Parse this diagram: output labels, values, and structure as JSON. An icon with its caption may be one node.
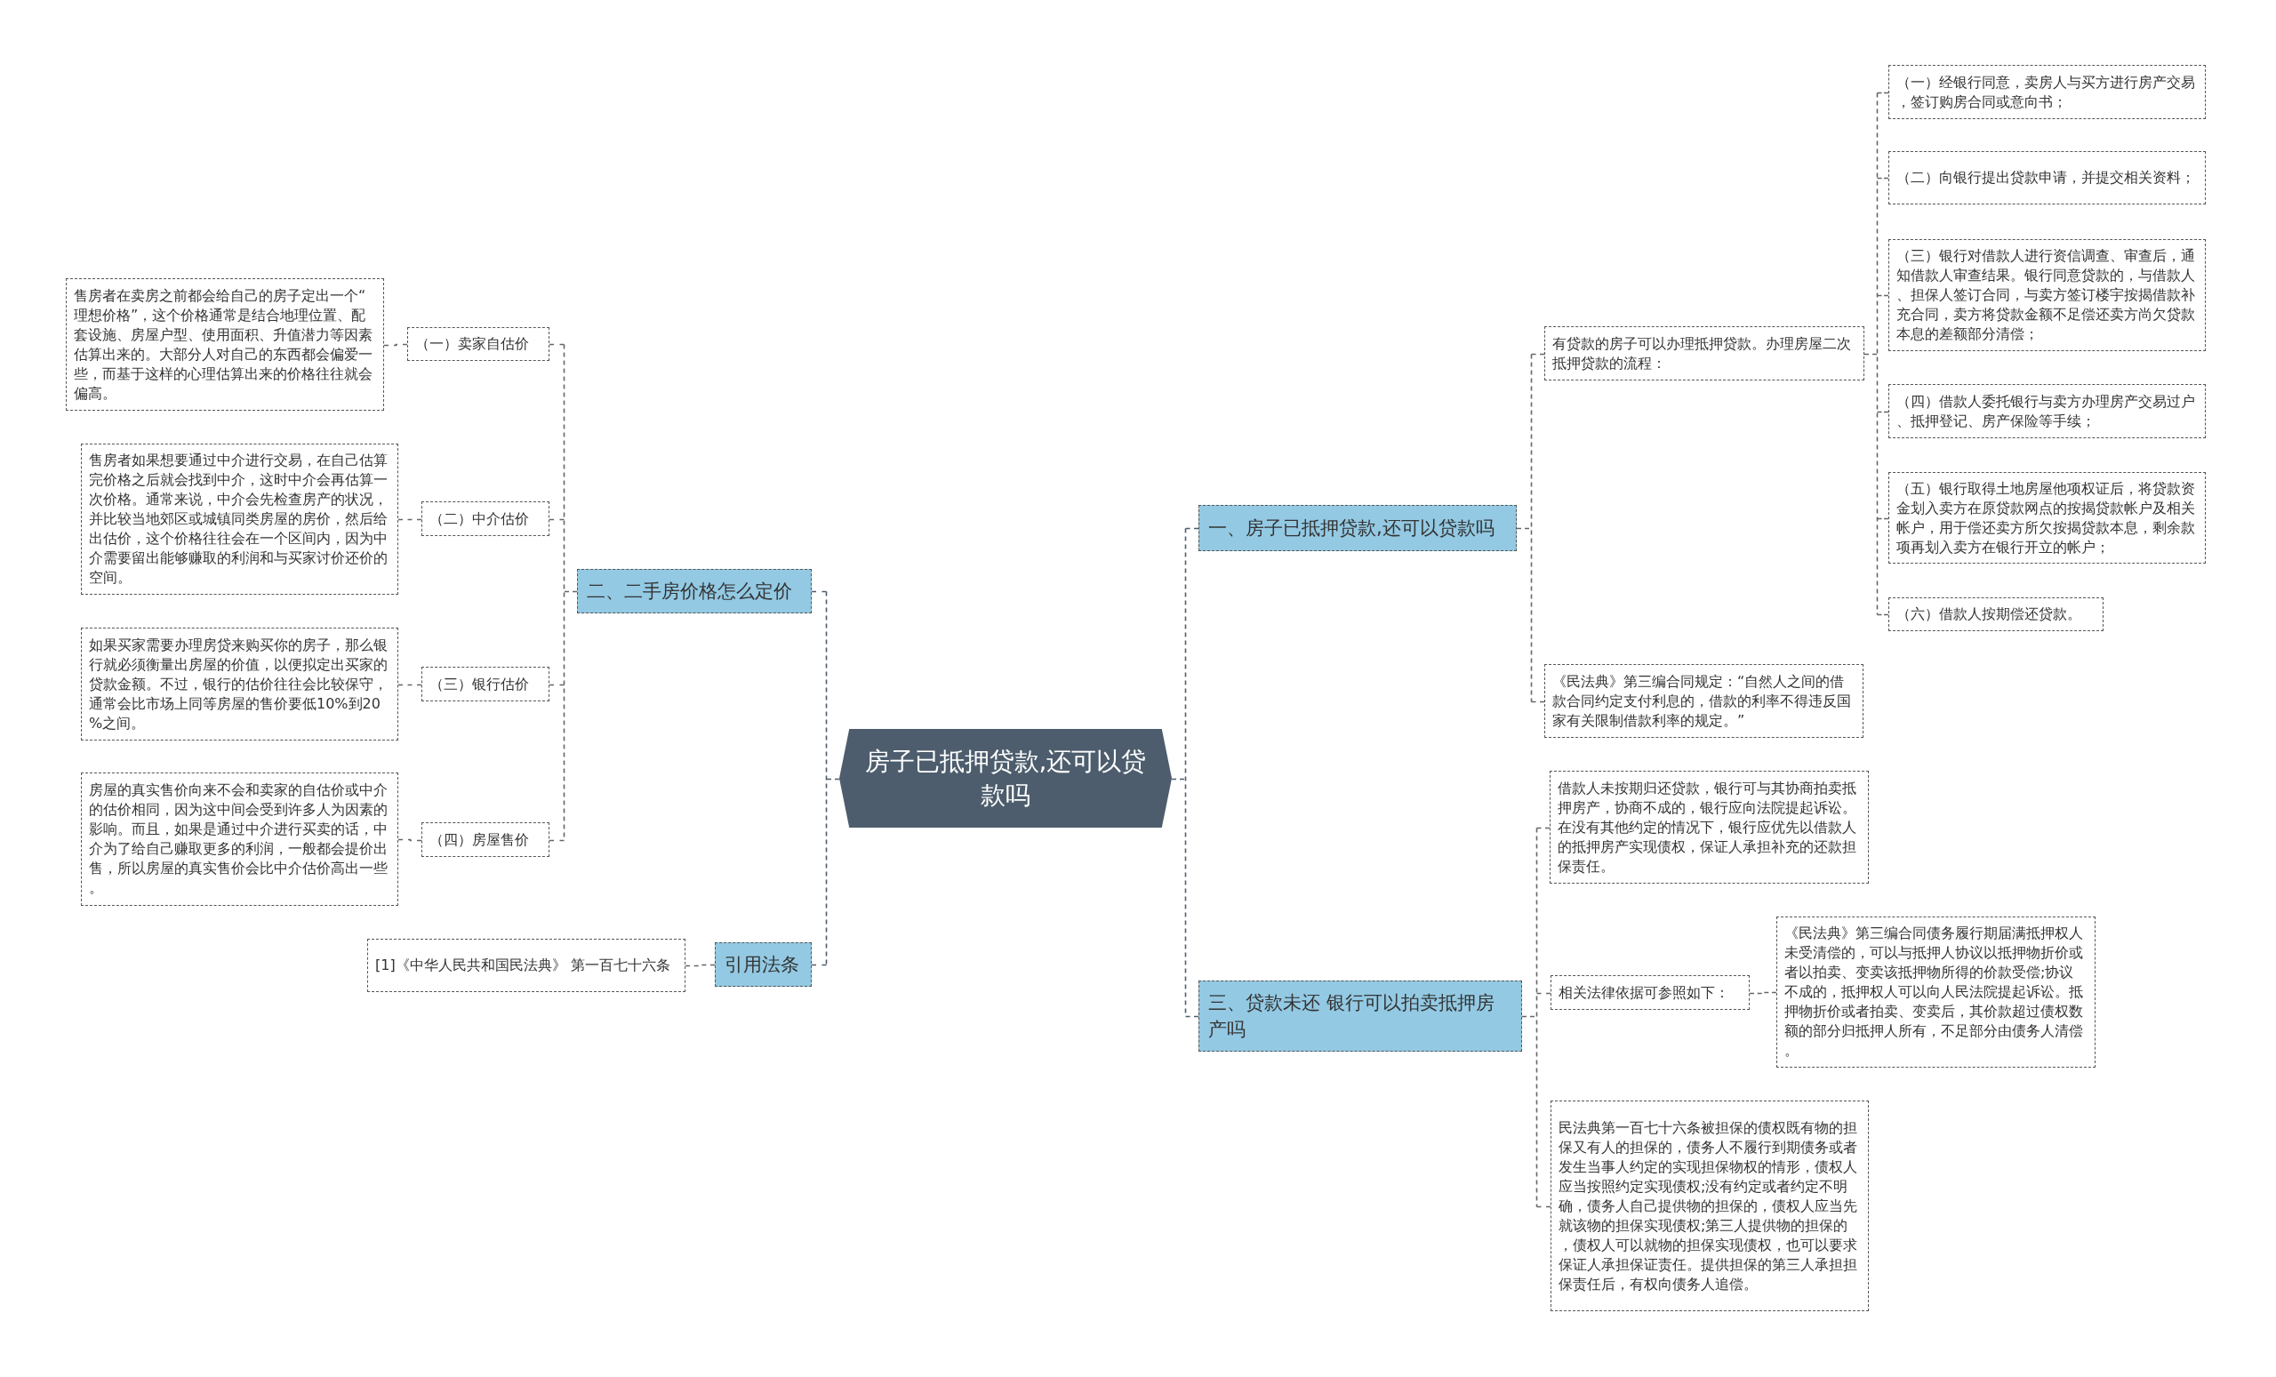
{
  "diagram": {
    "nodes": [
      {
        "text": [
          "房子已抵押贷款,还可以贷款吗"
        ]
      },
      {
        "text": [
          "一、房子已抵押贷款,还可以贷款吗"
        ]
      },
      {
        "text": [
          "有贷款的房子可以办理抵押贷款。办理房屋二次抵押贷款的流程："
        ]
      },
      {
        "text": [
          "（一）经银行同意，卖房人与买方进行房产交易，签订购房合同或意向书；"
        ]
      },
      {
        "text": [
          "（二）向银行提出贷款申请，并提交相关资料；"
        ]
      },
      {
        "text": [
          "（三）银行对借款人进行资信调查、审查后，通知借款人审查结果。银行同意贷款的，与借款人、担保人签订合同，与卖方签订楼宇按揭借款补充合同，卖方将贷款金额不足偿还卖方尚欠贷款本息的差额部分清偿；"
        ]
      },
      {
        "text": [
          "（四）借款人委托银行与卖方办理房产交易过户、抵押登记、房产保险等手续；"
        ]
      },
      {
        "text": [
          "（五）银行取得土地房屋他项权证后，将贷款资金划入卖方在原贷款网点的按揭贷款帐户及相关帐户，用于偿还卖方所欠按揭贷款本息，剩余款项再划入卖方在银行开立的帐户；"
        ]
      },
      {
        "text": [
          "（六）借款人按期偿还贷款。"
        ]
      },
      {
        "text": [
          "《民法典》第三编合同规定：“自然人之间的借款合同约定支付利息的，借款的利率不得违反国家有关限制借款利率的规定。”"
        ]
      },
      {
        "text": [
          "二、二手房价格怎么定价"
        ]
      },
      {
        "text": [
          "（一）卖家自估价"
        ]
      },
      {
        "text": [
          "售房者在卖房之前都会给自己的房子定出一个“理想价格”，这个价格通常是结合地理位置、配套设施、房屋户型、使用面积、升值潜力等因素估算出来的。大部分人对自己的东西都会偏爱一些，而基于这样的心理估算出来的价格往往就会偏高。"
        ]
      },
      {
        "text": [
          "（二）中介估价"
        ]
      },
      {
        "text": [
          "售房者如果想要通过中介进行交易，在自己估算完价格之后就会找到中介，这时中介会再估算一次价格。通常来说，中介会先检查房产的状况，并比较当地郊区或城镇同类房屋的房价，然后给出估价，这个价格往往会在一个区间内，因为中介需要留出能够赚取的利润和与买家讨价还价的空间。"
        ]
      },
      {
        "text": [
          "（三）银行估价"
        ]
      },
      {
        "text": [
          "如果买家需要办理房贷来购买你的房子，那么银行就必须衡量出房屋的价值，以便拟定出买家的贷款金额。不过，银行的估价往往会比较保守，通常会比市场上同等房屋的售价要低10%到20%之间。"
        ]
      },
      {
        "text": [
          "（四）房屋售价"
        ]
      },
      {
        "text": [
          "房屋的真实售价向来不会和卖家的自估价或中介的估价相同，因为这中间会受到许多人为因素的影响。而且，如果是通过中介进行买卖的话，中介为了给自己赚取更多的利润，一般都会提价出售，所以房屋的真实售价会比中介估价高出一些。"
        ]
      },
      {
        "text": [
          "三、贷款未还 银行可以拍卖抵押房产吗"
        ]
      },
      {
        "text": [
          "借款人未按期归还贷款，银行可与其协商拍卖抵押房产，协商不成的，银行应向法院提起诉讼。在没有其他约定的情况下，银行应优先以借款人的抵押房产实现债权，保证人承担补充的还款担保责任。"
        ]
      },
      {
        "text": [
          "相关法律依据可参照如下："
        ]
      },
      {
        "text": [
          "《民法典》第三编合同债务履行期届满抵押权人未受清偿的，可以与抵押人协议以抵押物折价或者以拍卖、变卖该抵押物所得的价款受偿;协议不成的，抵押权人可以向人民法院提起诉讼。抵押物折价或者拍卖、变卖后，其价款超过债权数额的部分归抵押人所有，不足部分由债务人清偿。"
        ]
      },
      {
        "text": [
          "民法典第一百七十六条被担保的债权既有物的担保又有人的担保的，债务人不履行到期债务或者发生当事人约定的实现担保物权的情形，债权人应当按照约定实现债权;没有约定或者约定不明确，债务人自己提供物的担保的，债权人应当先就该物的担保实现债权;第三人提供物的担保的，债权人可以就物的担保实现债权，也可以要求保证人承担保证责任。提供担保的第三人承担担保责任后，有权向债务人追偿。"
        ]
      },
      {
        "text": [
          "引用法条"
        ]
      },
      {
        "text": [
          "[1]《中华人民共和国民法典》 第一百七十六条"
        ]
      }
    ],
    "edges": [
      {
        "from": 0,
        "to": 1,
        "arrow": "none",
        "color": "#4d5d6d"
      },
      {
        "from": 1,
        "to": 2,
        "arrow": "none"
      },
      {
        "from": 2,
        "to": 3,
        "arrow": "none"
      },
      {
        "from": 2,
        "to": 4,
        "arrow": "none"
      },
      {
        "from": 2,
        "to": 5,
        "arrow": "none"
      },
      {
        "from": 2,
        "to": 6,
        "arrow": "none"
      },
      {
        "from": 2,
        "to": 7,
        "arrow": "none"
      },
      {
        "from": 2,
        "to": 8,
        "arrow": "none"
      },
      {
        "from": 1,
        "to": 9,
        "arrow": "none"
      },
      {
        "from": 0,
        "to": 10,
        "arrow": "none",
        "color": "#4d5d6d"
      },
      {
        "from": 10,
        "to": 11,
        "arrow": "none"
      },
      {
        "from": 11,
        "to": 12,
        "arrow": "none"
      },
      {
        "from": 10,
        "to": 13,
        "arrow": "none"
      },
      {
        "from": 13,
        "to": 14,
        "arrow": "none"
      },
      {
        "from": 10,
        "to": 15,
        "arrow": "none"
      },
      {
        "from": 15,
        "to": 16,
        "arrow": "none"
      },
      {
        "from": 10,
        "to": 17,
        "arrow": "none"
      },
      {
        "from": 17,
        "to": 18,
        "arrow": "none"
      },
      {
        "from": 0,
        "to": 19,
        "arrow": "none",
        "color": "#4d5d6d"
      },
      {
        "from": 19,
        "to": 20,
        "arrow": "none"
      },
      {
        "from": 19,
        "to": 21,
        "arrow": "none"
      },
      {
        "from": 21,
        "to": 22,
        "arrow": "none"
      },
      {
        "from": 19,
        "to": 23,
        "arrow": "none"
      },
      {
        "from": 0,
        "to": 24,
        "arrow": "none",
        "color": "#4d5d6d"
      },
      {
        "from": 24,
        "to": 25,
        "arrow": "none"
      }
    ]
  }
}
